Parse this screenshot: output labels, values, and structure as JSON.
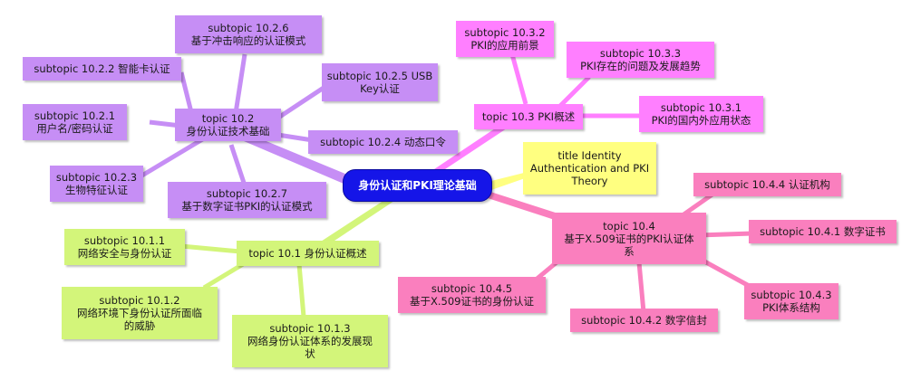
{
  "colors": {
    "root": "#1515e8",
    "branch_purple": "#c68ef5",
    "branch_magenta": "#ff7fff",
    "branch_pink": "#fa7fbe",
    "branch_lime": "#d3f57a",
    "title_yellow": "#ffff80"
  },
  "root": {
    "label": "身份认证和PKI理论基础"
  },
  "title": {
    "label": "title Identity\nAuthentication and PKI\nTheory"
  },
  "topic_10_1": {
    "label": "topic 10.1 身份认证概述",
    "sub_1": "subtopic 10.1.1\n网络安全与身份认证",
    "sub_2": "subtopic 10.1.2\n网络环境下身份认证所面临\n的威胁",
    "sub_3": "subtopic 10.1.3\n网络身份认证体系的发展现\n状"
  },
  "topic_10_2": {
    "label": "topic 10.2\n身份认证技术基础",
    "sub_1": "subtopic 10.2.1\n用户名/密码认证",
    "sub_2": "subtopic 10.2.2 智能卡认证",
    "sub_3": "subtopic 10.2.3\n生物特征认证",
    "sub_4": "subtopic 10.2.4 动态口令",
    "sub_5": "subtopic 10.2.5 USB\nKey认证",
    "sub_6": "subtopic 10.2.6\n基于冲击响应的认证模式",
    "sub_7": "subtopic 10.2.7\n基于数字证书PKI的认证模式"
  },
  "topic_10_3": {
    "label": "topic 10.3 PKI概述",
    "sub_1": "subtopic 10.3.1\nPKI的国内外应用状态",
    "sub_2": "subtopic 10.3.2\nPKI的应用前景",
    "sub_3": "subtopic 10.3.3\nPKI存在的问题及发展趋势"
  },
  "topic_10_4": {
    "label": "topic 10.4\n基于X.509证书的PKI认证体\n系",
    "sub_1": "subtopic 10.4.1 数字证书",
    "sub_2": "subtopic 10.4.2 数字信封",
    "sub_3": "subtopic 10.4.3\nPKI体系结构",
    "sub_4": "subtopic 10.4.4 认证机构",
    "sub_5": "subtopic 10.4.5\n基于X.509证书的身份认证"
  }
}
